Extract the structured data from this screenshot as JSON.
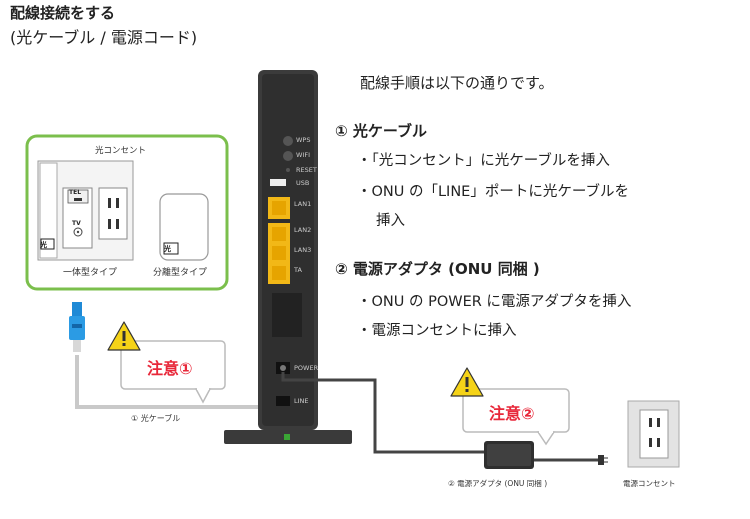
{
  "page": {
    "title": "配線接続をする",
    "subtitle": "(光ケーブル / 電源コード)"
  },
  "instructions": {
    "intro": "配線手順は以下の通りです。",
    "step1": {
      "heading": "① 光ケーブル",
      "items": [
        "・「光コンセント」に光ケーブルを挿入",
        "・ONU の「LINE」ポートに光ケーブルを",
        "挿入"
      ]
    },
    "step2": {
      "heading": "② 電源アダプタ (ONU 同梱 )",
      "items": [
        "・ONU の POWER に電源アダプタを挿入",
        "・電源コンセントに挿入"
      ]
    }
  },
  "outlet_panel": {
    "title": "光コンセント",
    "integrated_label": "一体型タイプ",
    "separate_label": "分離型タイプ",
    "badge": "光",
    "tel": "TEL",
    "tv": "TV"
  },
  "onu": {
    "ports": [
      "WPS",
      "WIFI",
      "RESET",
      "USB",
      "LAN1",
      "LAN2",
      "LAN3",
      "TA",
      "POWER",
      "LINE"
    ]
  },
  "callouts": {
    "caution1": "注意①",
    "caution2": "注意②"
  },
  "cable_labels": {
    "fiber": "① 光ケーブル",
    "adapter": "② 電源アダプタ (ONU 同梱 )",
    "power_outlet": "電源コンセント"
  },
  "colors": {
    "panel_border": "#7bbf4c",
    "lan_port": "#f2b817",
    "caution_text": "#e8283a",
    "warning_yellow": "#f5d318",
    "fiber_connector": "#1f8ad6"
  }
}
